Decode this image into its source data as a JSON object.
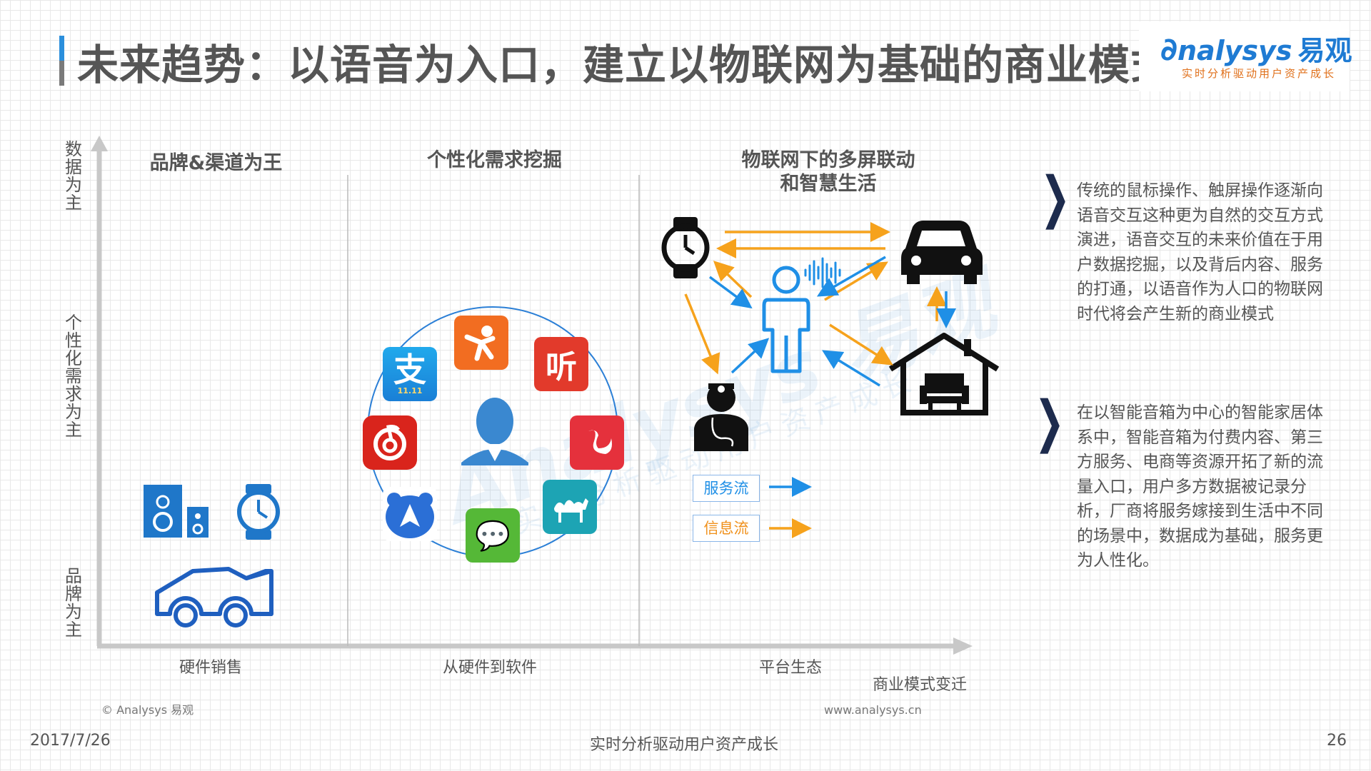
{
  "title": "未来趋势：以语音为入口，建立以物联网为基础的商业模式",
  "logo": {
    "main": "nalysys",
    "cn": "易观",
    "sub": "实时分析驱动用户资产成长"
  },
  "y_axis_labels": {
    "top": "数据为主",
    "middle": "个性化需求为主",
    "bottom": "品牌为主"
  },
  "sections": [
    {
      "title": "品牌&渠道为王",
      "x_label": "硬件销售"
    },
    {
      "title": "个性化需求挖掘",
      "x_label": "从硬件到软件"
    },
    {
      "title": "物联网下的多屏联动\n和智慧生活",
      "x_label": "平台生态"
    }
  ],
  "x_axis_title": "商业模式变迁",
  "apps": {
    "alipay": "支",
    "alipay_sub": "11.11",
    "ting": "听",
    "wechat": "💬"
  },
  "legend": {
    "service": "服务流",
    "info": "信息流"
  },
  "colors": {
    "service_flow": "#1f8fe6",
    "info_flow": "#f6a21c",
    "accent": "#2b8fdc"
  },
  "side_points": [
    "传统的鼠标操作、触屏操作逐渐向语音交互这种更为自然的交互方式演进，语音交互的未来价值在于用户数据挖掘，以及背后内容、服务的打通，以语音作为人口的物联网时代将会产生新的商业模式",
    "在以智能音箱为中心的智能家居体系中，智能音箱为付费内容、第三方服务、电商等资源开拓了新的流量入口，用户多方数据被记录分析，厂商将服务嫁接到生活中不同的场景中，数据成为基础，服务更为人性化。"
  ],
  "chevron": "❯",
  "footer": {
    "copyright": "© Analysys 易观",
    "website": "www.analysys.cn",
    "date": "2017/7/26",
    "center": "实时分析驱动用户资产成长",
    "page": "26"
  },
  "watermark": {
    "main": "Analysys 易观",
    "sub": "实时分析驱动用户资产成长"
  }
}
